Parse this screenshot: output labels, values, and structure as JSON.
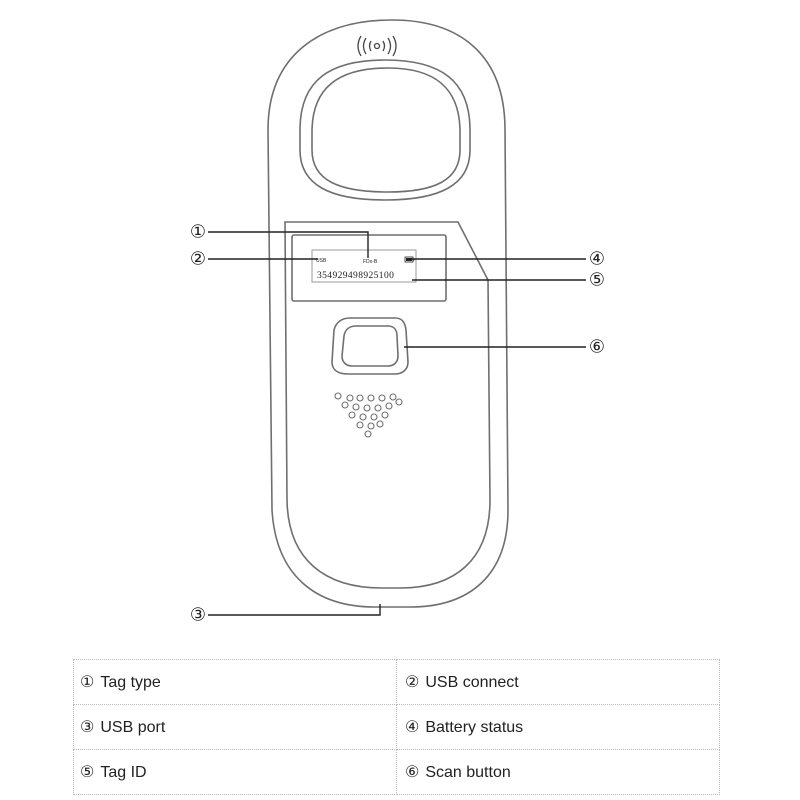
{
  "screen": {
    "usb_indicator": "USB",
    "tag_type": "FDx-B",
    "tag_id": "354929498925100"
  },
  "callouts": [
    {
      "num": "①",
      "target": "tag-type"
    },
    {
      "num": "②",
      "target": "usb-connect"
    },
    {
      "num": "③",
      "target": "usb-port"
    },
    {
      "num": "④",
      "target": "battery-status"
    },
    {
      "num": "⑤",
      "target": "tag-id"
    },
    {
      "num": "⑥",
      "target": "scan-button"
    }
  ],
  "legend": {
    "rows": [
      [
        {
          "num": "①",
          "label": "Tag type"
        },
        {
          "num": "②",
          "label": "USB connect"
        }
      ],
      [
        {
          "num": "③",
          "label": "USB port"
        },
        {
          "num": "④",
          "label": "Battery status"
        }
      ],
      [
        {
          "num": "⑤",
          "label": "Tag ID"
        },
        {
          "num": "⑥",
          "label": "Scan button"
        }
      ]
    ]
  },
  "icons": {
    "antenna": "rfid-wave-icon",
    "battery": "battery-icon"
  },
  "colors": {
    "outline": "#6f6f6f",
    "line": "#222222",
    "grid": "#b9b9b9"
  }
}
